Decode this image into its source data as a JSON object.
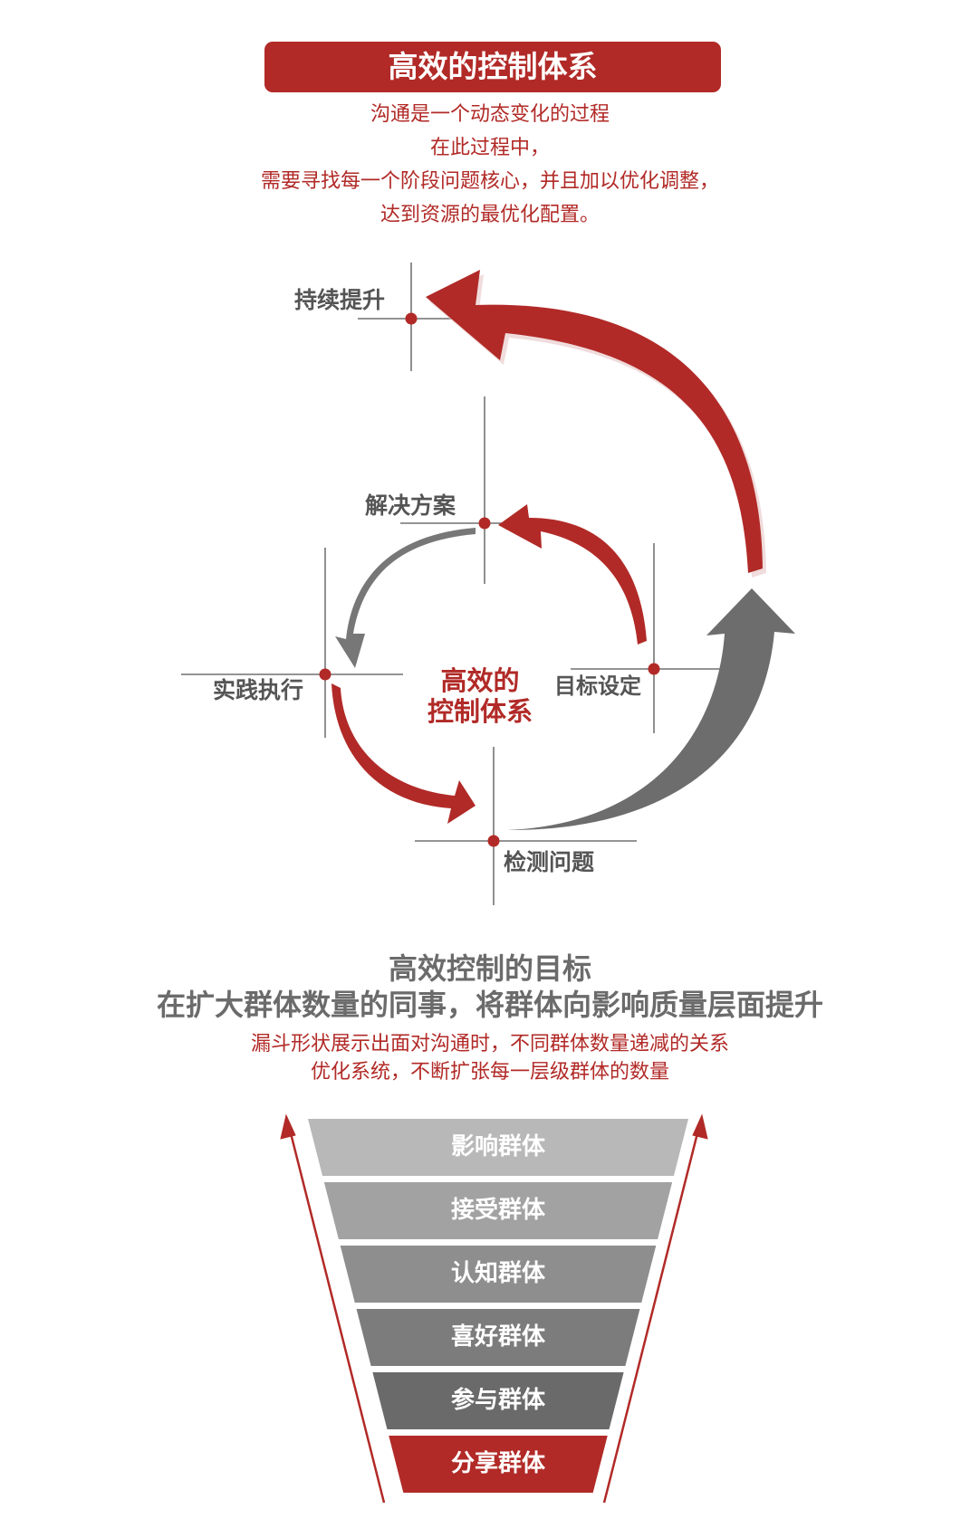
{
  "header": {
    "title": "高效的控制体系",
    "intro_lines": [
      "沟通是一个动态变化的过程",
      "在此过程中，",
      "需要寻找每一个阶段问题核心，并且加以优化调整，",
      "达到资源的最优化配置。"
    ]
  },
  "cycle": {
    "center_lines": [
      "高效的",
      "控制体系"
    ],
    "stages": {
      "continuous": "持续提升",
      "solution": "解决方案",
      "execution": "实践执行",
      "goal_setting": "目标设定",
      "detection": "检测问题"
    }
  },
  "goal_section": {
    "title_lines": [
      "高效控制的目标",
      "在扩大群体数量的同事，将群体向影响质量层面提升"
    ],
    "note_lines": [
      "漏斗形状展示出面对沟通时，不同群体数量递减的关系",
      "优化系统，不断扩张每一层级群体的数量"
    ]
  },
  "funnel": {
    "levels": [
      {
        "label": "影响群体",
        "color": "#b8b8b8"
      },
      {
        "label": "接受群体",
        "color": "#a2a2a2"
      },
      {
        "label": "认知群体",
        "color": "#8e8e8e"
      },
      {
        "label": "喜好群体",
        "color": "#7c7c7c"
      },
      {
        "label": "参与群体",
        "color": "#6a6a6a"
      },
      {
        "label": "分享群体",
        "color": "#b12a27"
      }
    ]
  },
  "colors": {
    "accent_red": "#b12a27",
    "arrow_gray": "#6d6d6d",
    "text_gray": "#555555"
  }
}
